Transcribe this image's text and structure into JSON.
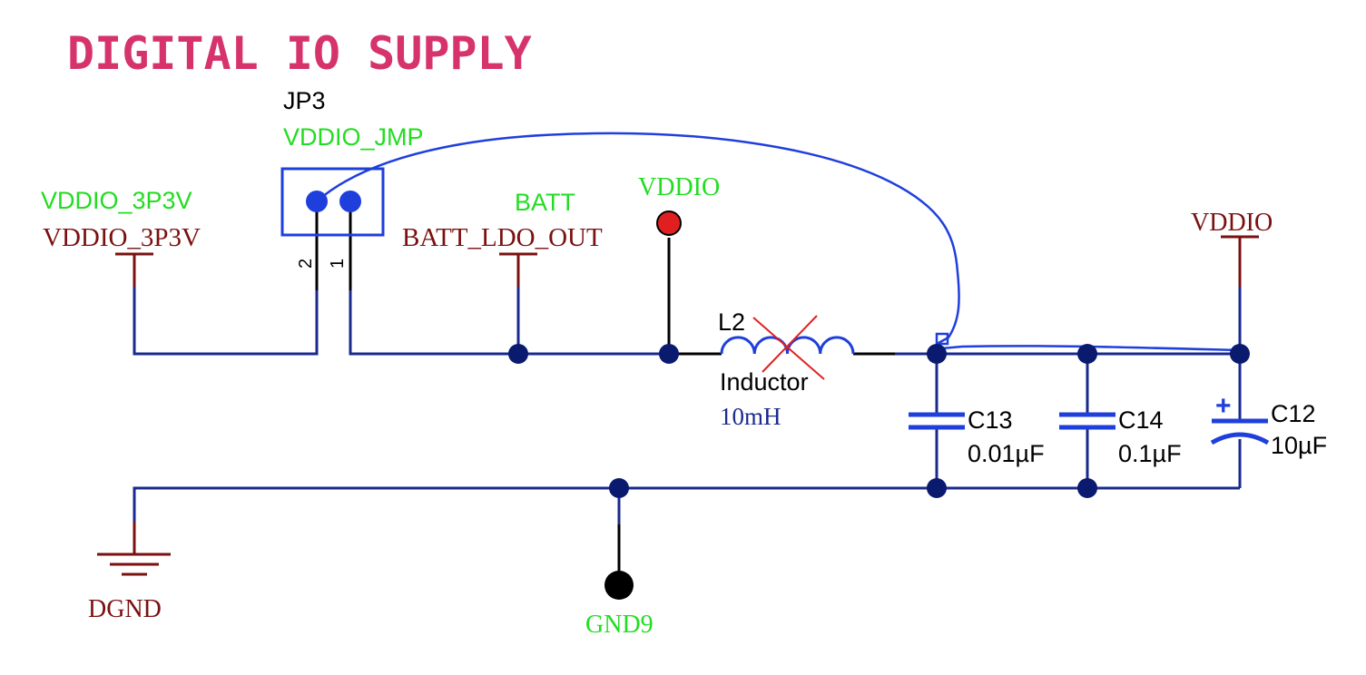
{
  "title": "DIGITAL IO SUPPLY",
  "colors": {
    "title": "#d6336c",
    "net_label": "#22dd22",
    "power_port": "#7a1010",
    "wire": "#1a2a8c",
    "junction": "#0a1a6e",
    "component": "#1f3fdd",
    "lead": "#000000",
    "pencil": "#1f3fdd",
    "cross": "#e02020",
    "vddio_dot": "#e02020",
    "test_point": "#000000"
  },
  "jumper": {
    "designator": "JP3",
    "net": "VDDIO_JMP",
    "pin2": "2",
    "pin1": "1"
  },
  "ports": {
    "vddio_3p3v_net": "VDDIO_3P3V",
    "vddio_3p3v_port": "VDDIO_3P3V",
    "batt_net": "BATT",
    "batt_ldo_port": "BATT_LDO_OUT",
    "vddio_probe": "VDDIO",
    "vddio_port": "VDDIO",
    "dgnd": "DGND",
    "gnd9": "GND9"
  },
  "inductor": {
    "designator": "L2",
    "comment": "Inductor",
    "value": "10mH"
  },
  "capacitors": [
    {
      "designator": "C13",
      "value": "0.01µF"
    },
    {
      "designator": "C14",
      "value": "0.1µF"
    },
    {
      "designator": "C12",
      "value": "10µF",
      "polarity": "+"
    }
  ]
}
